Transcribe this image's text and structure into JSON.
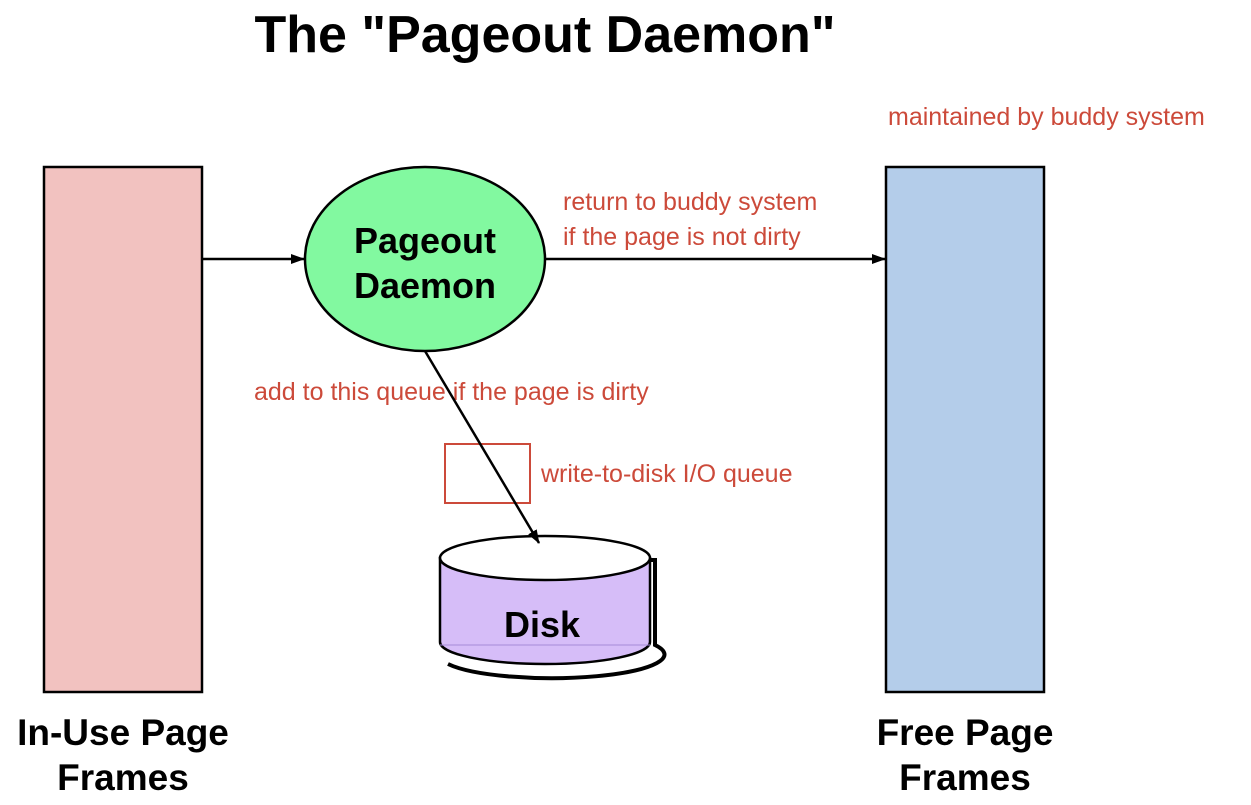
{
  "title": "The \"Pageout Daemon\"",
  "nodes": {
    "in_use": {
      "label_line1": "In-Use Page",
      "label_line2": "Frames",
      "fill": "#f2c2c0"
    },
    "free": {
      "label_line1": "Free Page",
      "label_line2": "Frames",
      "fill": "#b4cdea"
    },
    "daemon": {
      "label_line1": "Pageout",
      "label_line2": "Daemon",
      "fill": "#82f9a0"
    },
    "disk": {
      "label": "Disk",
      "fill": "#d6bdf8"
    }
  },
  "annotations": {
    "buddy_note": "maintained by buddy system",
    "return_line1": "return to buddy system",
    "return_line2": "if the page is not dirty",
    "dirty_note": "add to this queue if the page is dirty",
    "queue_label": "write-to-disk I/O queue"
  },
  "colors": {
    "annotation": "#cc4a3a",
    "stroke": "#000000"
  }
}
